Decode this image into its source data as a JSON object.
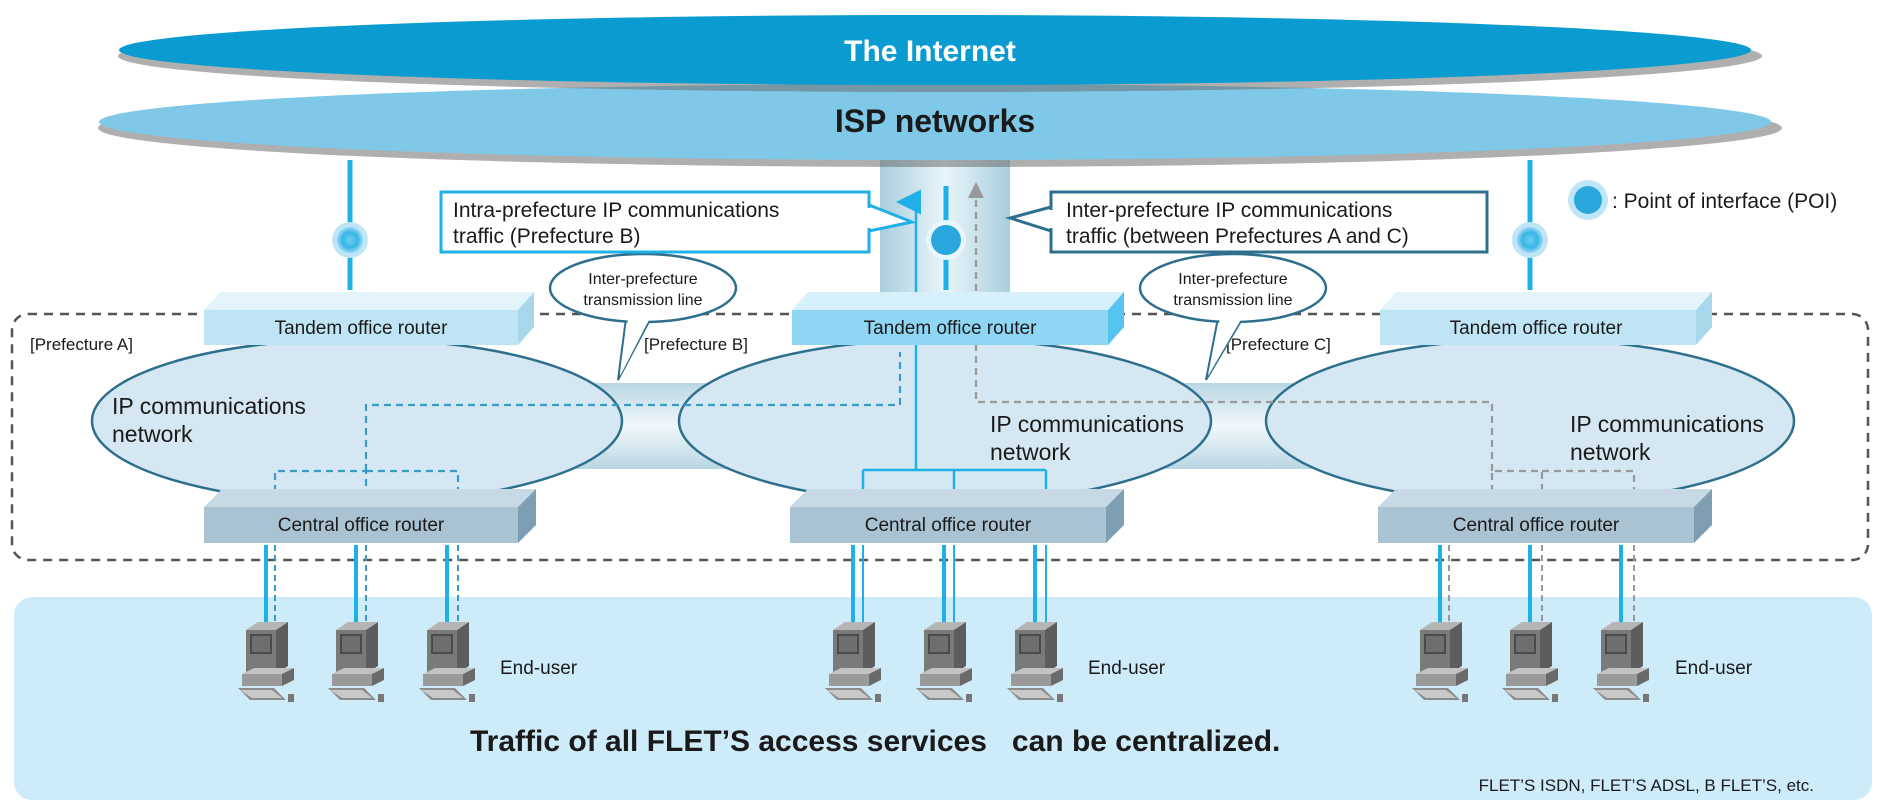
{
  "internet_label": "The Internet",
  "isp_label": "ISP networks",
  "poi_legend": ": Point of interface (POI)",
  "callout_intra": {
    "line1": "Intra-prefecture IP communications",
    "line2": "traffic (Prefecture B)"
  },
  "callout_inter": {
    "line1": "Inter-prefecture IP communications",
    "line2": "traffic (between Prefectures A and C)"
  },
  "transmission_bubble": {
    "line1": "Inter-prefecture",
    "line2": "transmission line"
  },
  "prefectures": [
    {
      "label": "[Prefecture A]",
      "tandem": "Tandem office router",
      "central": "Central office router",
      "network_line1": "IP communications",
      "network_line2": "network",
      "end_user": "End-user"
    },
    {
      "label": "[Prefecture B]",
      "tandem": "Tandem office router",
      "central": "Central office router",
      "network_line1": "IP communications",
      "network_line2": "network",
      "end_user": "End-user"
    },
    {
      "label": "[Prefecture C]",
      "tandem": "Tandem office router",
      "central": "Central office router",
      "network_line1": "IP communications",
      "network_line2": "network",
      "end_user": "End-user"
    }
  ],
  "bottom_headline": "Traffic of all FLET’S access services   can be centralized.",
  "bottom_note": "FLET’S ISDN, FLET’S ADSL, B FLET’S, etc.",
  "colors": {
    "internet": "#0a9bd0",
    "isp": "#7fc8e8",
    "cyan_line": "#1eb0e6",
    "network": "#d5e7f2",
    "tandem": "#bfe4f6",
    "tandem_b": "#8fd6f5",
    "central": "#aac3d2",
    "bottom_panel": "#cdebf9",
    "callout_intra_border": "#1eb0e6",
    "callout_inter_border": "#2e6f8e",
    "dashed_gray": "#999999"
  }
}
